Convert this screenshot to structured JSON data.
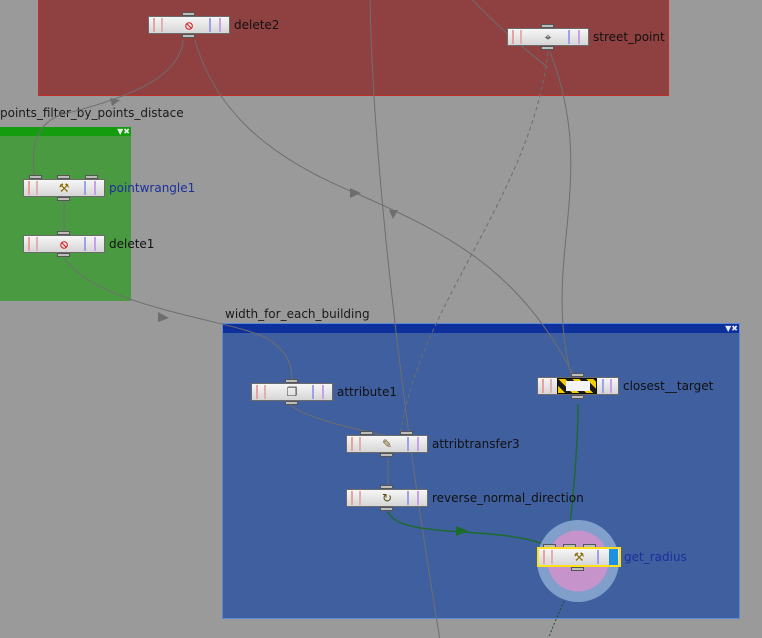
{
  "colors": {
    "background": "#9a9a9a",
    "red_box": "#8f4040",
    "green_box": "#4a9a42",
    "green_header": "#149c0e",
    "blue_box": "#3f5f9f",
    "blue_header": "#0e309c",
    "selected_outline": "#ffe01a",
    "wire": "#6e6e6e",
    "wire_active": "#1d6b2a"
  },
  "boxes": {
    "points_filter": {
      "title": "points_filter_by_points_distace",
      "controls": "▼✖"
    },
    "width_for_each": {
      "title": "width_for_each_building",
      "controls": "▼✖"
    }
  },
  "nodes": {
    "delete2": {
      "label": "delete2",
      "icon": "delete-icon",
      "glyph": "⦸"
    },
    "street_point": {
      "label": "street_point",
      "icon": "add-point-icon",
      "glyph": "⌖"
    },
    "pointwrangle1": {
      "label": "pointwrangle1",
      "icon": "wrangle-icon",
      "glyph": "⚒"
    },
    "delete1": {
      "label": "delete1",
      "icon": "delete-icon",
      "glyph": "⦸"
    },
    "attribute1": {
      "label": "attribute1",
      "icon": "attribute-icon",
      "glyph": "❐"
    },
    "attribtransfer3": {
      "label": "attribtransfer3",
      "icon": "attribtransfer-icon",
      "glyph": "✎"
    },
    "reverse_normal_direction": {
      "label": "reverse_normal_direction",
      "icon": "reverse-icon",
      "glyph": "↻"
    },
    "closest_target": {
      "label": "closest__target",
      "icon": "bypass-hazard-icon",
      "glyph": ""
    },
    "get_radius": {
      "label": "get_radius",
      "icon": "wrangle-icon",
      "glyph": "⚒"
    }
  }
}
